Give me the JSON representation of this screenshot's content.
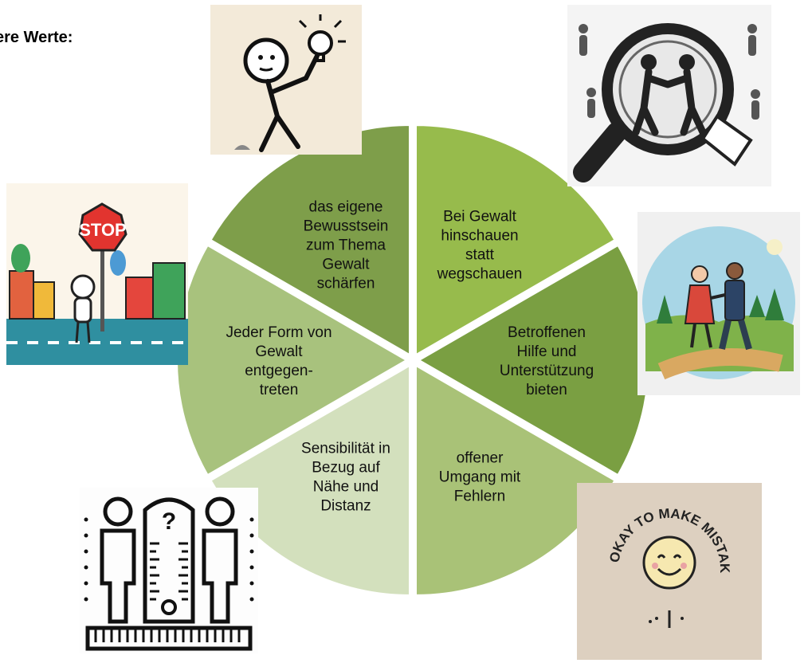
{
  "heading": "ere Werte:",
  "segments": [
    {
      "lines": [
        "das eigene",
        "Bewusstsein",
        "zum Thema",
        "Gewalt",
        "schärfen"
      ],
      "color": "#7e9e4a"
    },
    {
      "lines": [
        "Bei Gewalt",
        "hinschauen",
        "statt",
        "wegschauen"
      ],
      "color": "#97bb4c"
    },
    {
      "lines": [
        "Betroffenen",
        "Hilfe und",
        "Unterstützung",
        "bieten"
      ],
      "color": "#7a9f42"
    },
    {
      "lines": [
        "offener",
        "Umgang mit",
        "Fehlern"
      ],
      "color": "#a9c277"
    },
    {
      "lines": [
        "Sensibilität in",
        "Bezug auf",
        "Nähe und",
        "Distanz"
      ],
      "color": "#d3e0bd"
    },
    {
      "lines": [
        "Jeder Form von",
        "Gewalt",
        "entgegen-",
        "treten"
      ],
      "color": "#a8c27d"
    }
  ],
  "pictures": {
    "lightbulb": {
      "icon": "stick-figure-lightbulb-icon"
    },
    "magnifier": {
      "icon": "magnifier-conflict-icon"
    },
    "stop": {
      "icon": "stop-sign-child-icon",
      "sign_text": "STOP"
    },
    "walking": {
      "icon": "walking-couple-icon"
    },
    "distance": {
      "icon": "two-people-ruler-icon"
    },
    "mistakes": {
      "icon": "smiley-mistakes-icon",
      "badge_text": "IT'S OKAY TO MAKE MISTAKES"
    }
  }
}
